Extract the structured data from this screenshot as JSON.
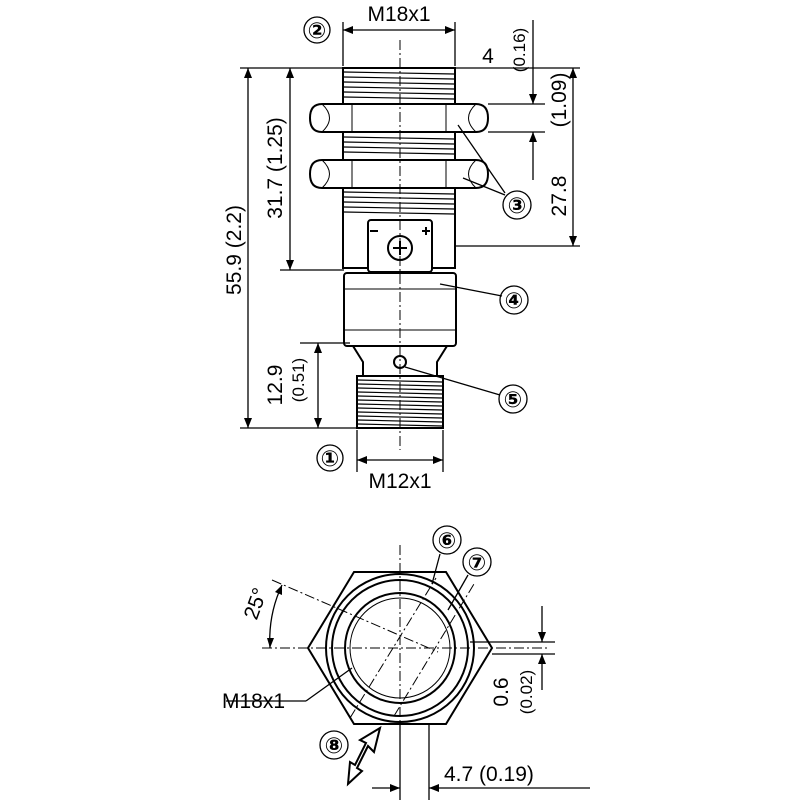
{
  "labels": {
    "thread_top": "M18x1",
    "thread_bottom": "M12x1",
    "thread_front": "M18x1",
    "angle": "25°"
  },
  "dimensions": {
    "top_gap_mm": "4",
    "top_gap_in": "(0.16)",
    "thread_len_mm": "27.8",
    "thread_len_in": "(1.09)",
    "body_len": "31.7 (1.25)",
    "total_len": "55.9 (2.2)",
    "conn_len_mm": "12.9",
    "conn_len_in": "(0.51)",
    "offset_mm": "0.6",
    "offset_in": "(0.02)",
    "width_front": "4.7 (0.19)"
  },
  "callouts": {
    "c1": "①",
    "c2": "②",
    "c3": "③",
    "c4": "④",
    "c5": "⑤",
    "c6": "⑥",
    "c7": "⑦",
    "c8": "⑧"
  }
}
